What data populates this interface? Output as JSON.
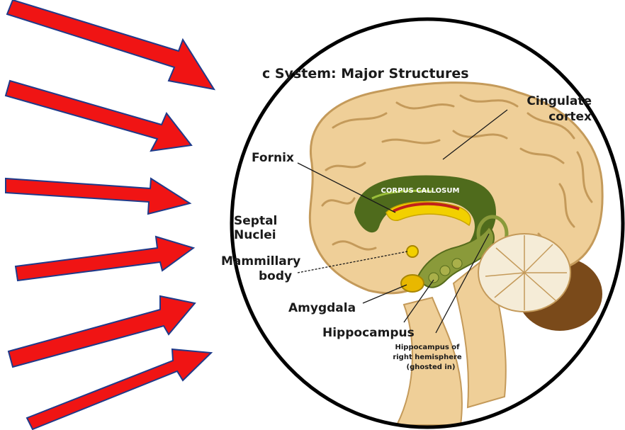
{
  "diagram": {
    "title": "c System: Major Structures",
    "labels": {
      "cingulate_1": "Cingulate",
      "cingulate_2": "cortex",
      "fornix": "Fornix",
      "corpus_callosum": "CORPUS CALLOSUM",
      "septal_1": "Septal",
      "septal_2": "Nuclei",
      "mammillary_1": "Mammillary",
      "mammillary_2": "body",
      "amygdala": "Amygdala",
      "hippocampus": "Hippocampus",
      "ghost_1": "Hippocampus of",
      "ghost_2": "right hemisphere",
      "ghost_3": "(ghosted in)"
    },
    "colors": {
      "arrow_fill": "#f01414",
      "arrow_stroke": "#1f3a8a",
      "brain": "#efcf98",
      "brain_outline": "#c49a5a",
      "corpus_callosum": "#4f6b1c",
      "fornix": "#f2d000",
      "cerebellum": "#f5ecd7",
      "brainstem": "#7a4a1a",
      "circle": "#000000"
    },
    "arrow_count": 6
  }
}
